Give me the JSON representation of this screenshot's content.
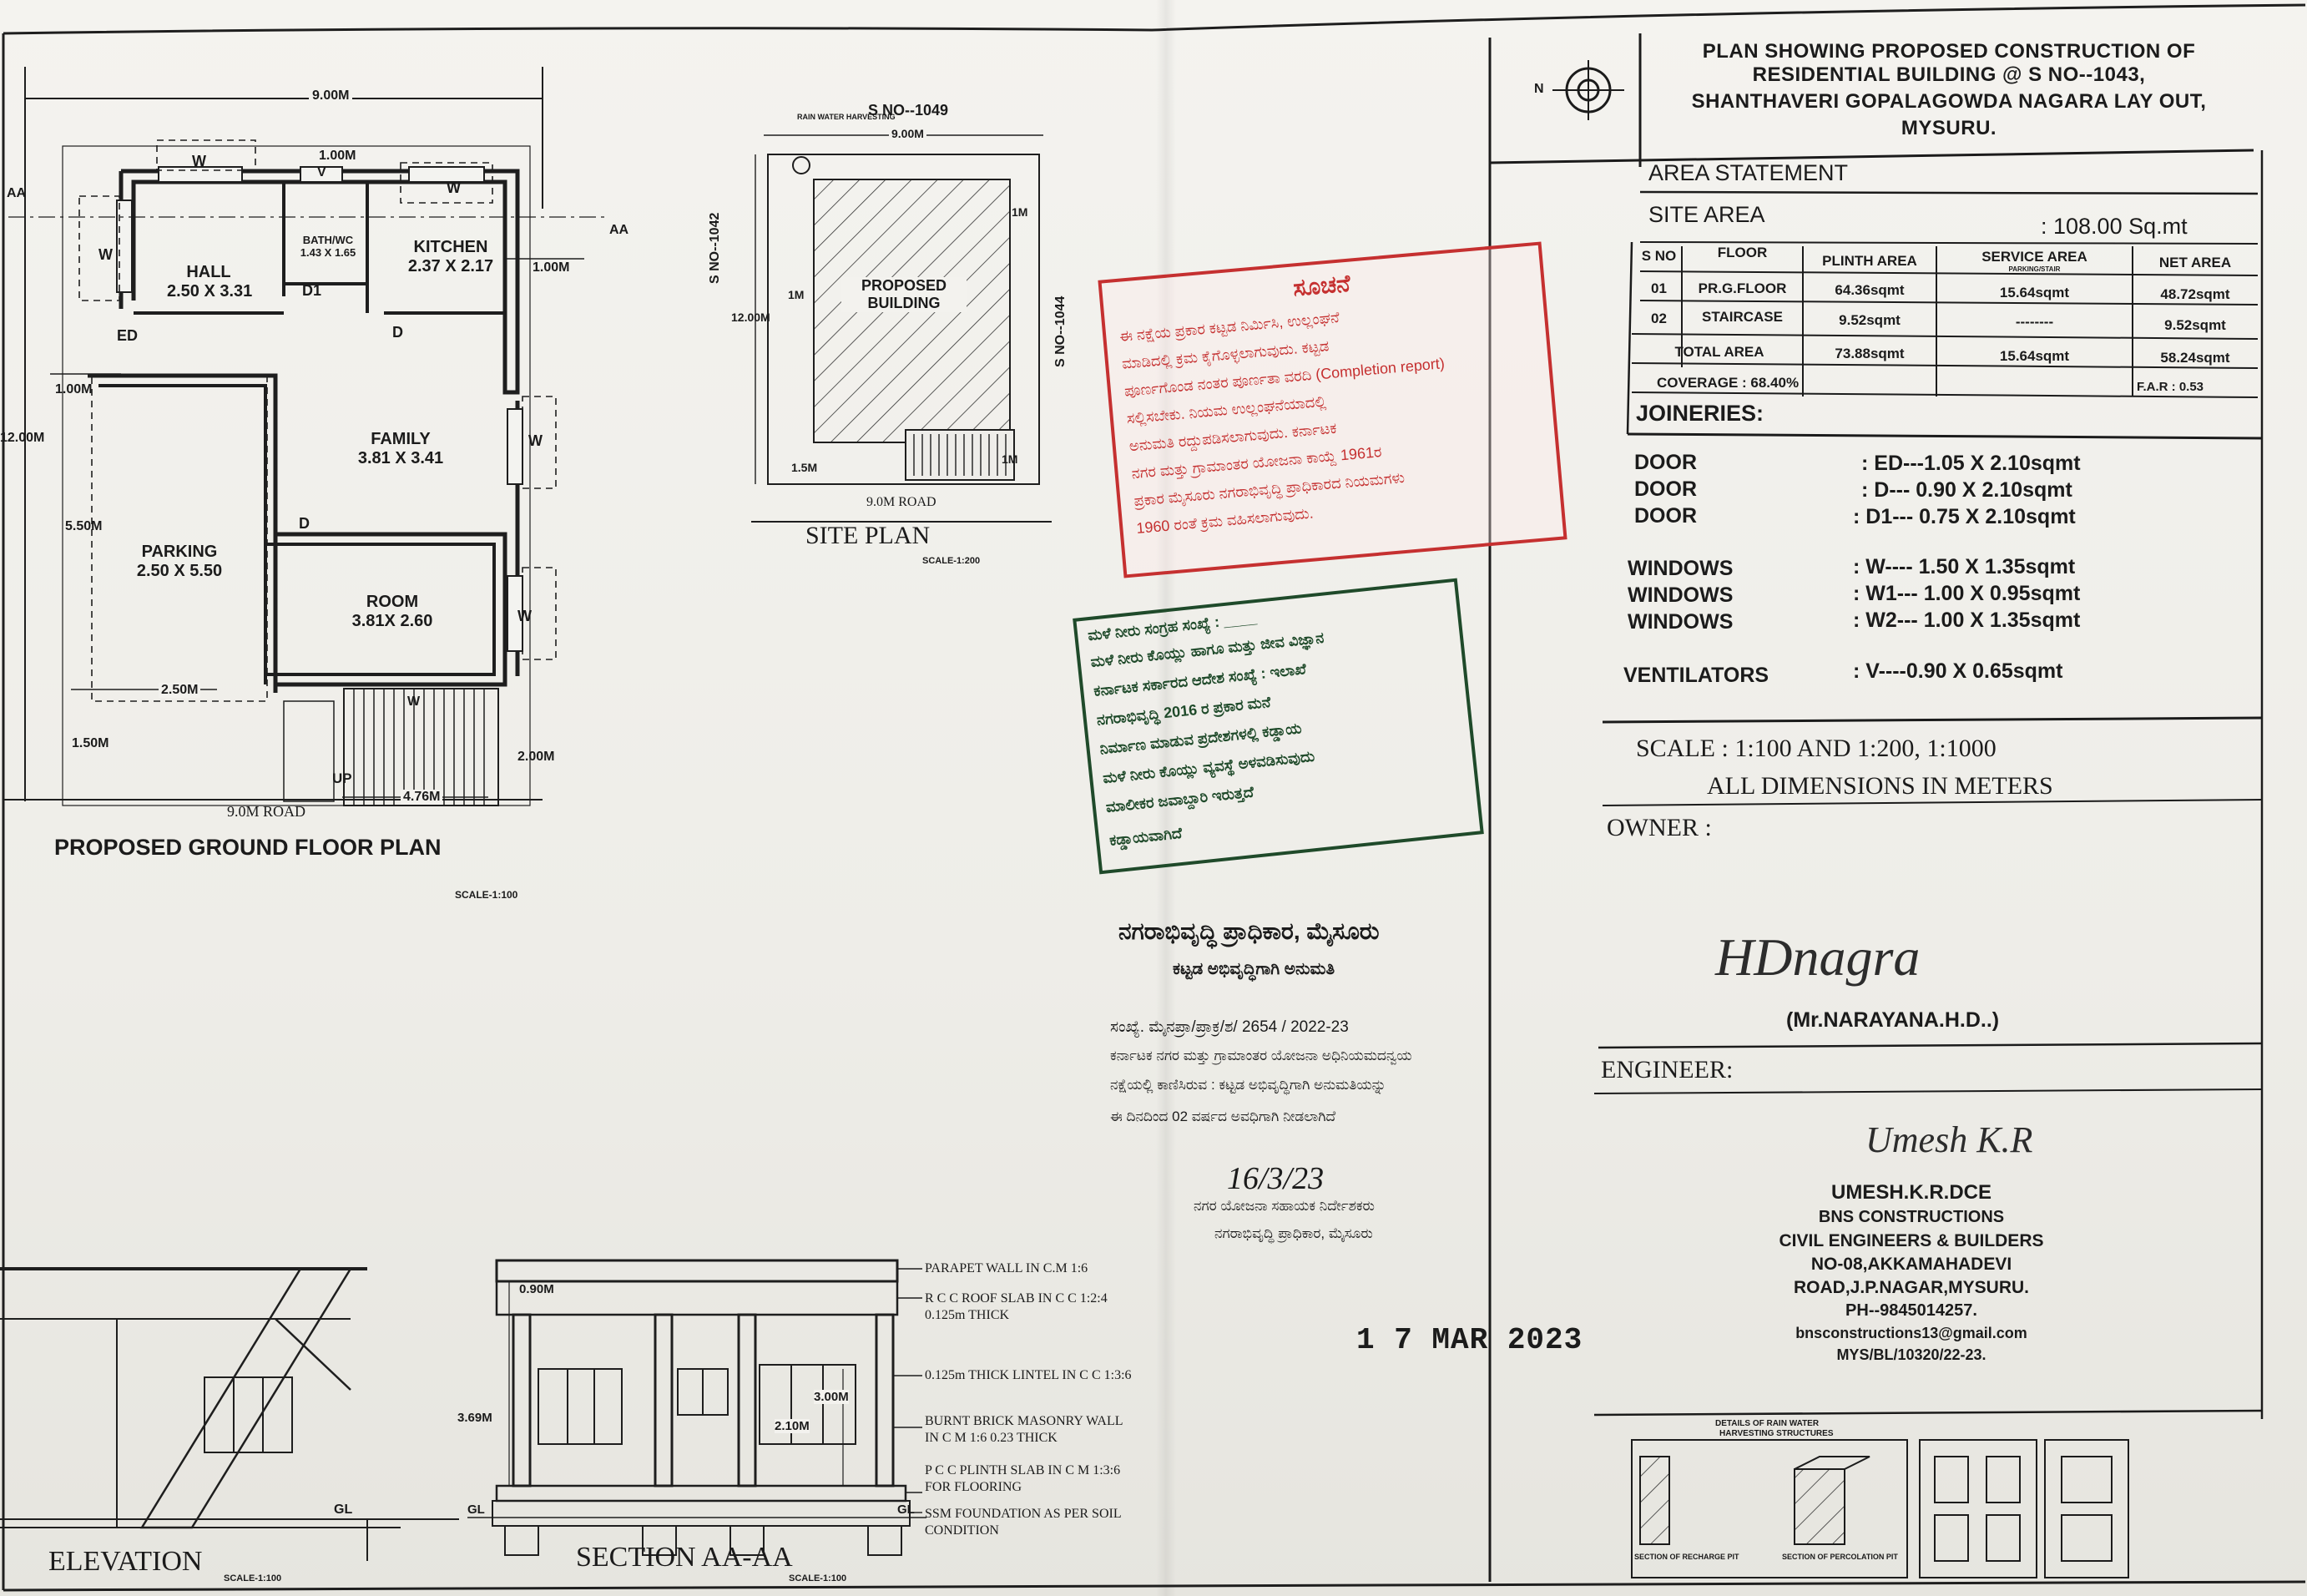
{
  "title_block": {
    "title_lines": [
      "PLAN SHOWING PROPOSED CONSTRUCTION OF",
      "RESIDENTIAL BUILDING @ S NO--1043,",
      "SHANTHAVERI GOPALAGOWDA NAGARA LAY OUT,",
      "MYSURU."
    ],
    "north_label": "N"
  },
  "area_statement": {
    "heading": "AREA STATEMENT",
    "site_area_label": "SITE AREA",
    "site_area_value": ": 108.00 Sq.mt",
    "columns": [
      "S NO",
      "FLOOR",
      "PLINTH AREA",
      "SERVICE AREA",
      "NET AREA"
    ],
    "service_sub": "PARKING/STAIR",
    "rows": [
      [
        "01",
        "PR.G.FLOOR",
        "64.36sqmt",
        "15.64sqmt",
        "48.72sqmt"
      ],
      [
        "02",
        "STAIRCASE",
        "9.52sqmt",
        "--------",
        "9.52sqmt"
      ]
    ],
    "total": [
      "TOTAL AREA",
      "73.88sqmt",
      "15.64sqmt",
      "58.24sqmt"
    ],
    "coverage": "COVERAGE : 68.40%",
    "far": "F.A.R : 0.53"
  },
  "joineries": {
    "heading": "JOINERIES:",
    "items": [
      {
        "k": "DOOR",
        "v": ":  ED---1.05 X 2.10sqmt"
      },
      {
        "k": "DOOR",
        "v": ":  D--- 0.90 X 2.10sqmt"
      },
      {
        "k": "DOOR",
        "v": ":  D1--- 0.75 X 2.10sqmt"
      },
      {
        "k": "WINDOWS",
        "v": ": W---- 1.50 X 1.35sqmt"
      },
      {
        "k": "WINDOWS",
        "v": ": W1--- 1.00 X 0.95sqmt"
      },
      {
        "k": "WINDOWS",
        "v": ": W2--- 1.00 X 1.35sqmt"
      },
      {
        "k": "VENTILATORS",
        "v": ": V----0.90 X 0.65sqmt"
      }
    ]
  },
  "scale_note": {
    "scale": "SCALE   : 1:100  AND 1:200, 1:1000",
    "dims": "ALL DIMENSIONS IN METERS"
  },
  "owner": {
    "label": "OWNER :",
    "signature": "HDnagra",
    "name": "(Mr.NARAYANA.H.D..)"
  },
  "engineer": {
    "label": "ENGINEER:",
    "signature": "Umesh K.R",
    "lines": [
      "UMESH.K.R.DCE",
      "BNS  CONSTRUCTIONS",
      "CIVIL ENGINEERS & BUILDERS",
      "NO-08,AKKAMAHADEVI",
      "ROAD,J.P.NAGAR,MYSURU.",
      "PH--9845014257.",
      "bnsconstructions13@gmail.com",
      "MYS/BL/10320/22-23."
    ]
  },
  "ground_floor": {
    "title": "PROPOSED GROUND FLOOR PLAN",
    "scale": "SCALE-1:100",
    "rooms": [
      {
        "name": "HALL",
        "dim": "2.50 X 3.31"
      },
      {
        "name": "BATH/WC",
        "dim": "1.43 X 1.65"
      },
      {
        "name": "KITCHEN",
        "dim": "2.37 X 2.17"
      },
      {
        "name": "FAMILY",
        "dim": "3.81 X 3.41"
      },
      {
        "name": "PARKING",
        "dim": "2.50 X 5.50"
      },
      {
        "name": "ROOM",
        "dim": "3.81X 2.60"
      }
    ],
    "labels": {
      "w9": "9.00M",
      "l12": "12.00M",
      "d1m": "1.00M",
      "d1m_b": "1.00M",
      "d1m_c": "1.00M",
      "d550": "5.50M",
      "d250": "2.50M",
      "d150": "1.50M",
      "d200": "2.00M",
      "d476": "4.76M",
      "road": "9.0M ROAD",
      "aa1": "AA",
      "aa2": "AA",
      "up": "UP",
      "w_a": "W",
      "w_b": "W",
      "w_c": "W",
      "w_d": "W",
      "w_e": "W",
      "w_f": "W",
      "v": "V",
      "ed": "ED",
      "d_a": "D",
      "d_b": "D",
      "d1": "D1"
    }
  },
  "site_plan": {
    "title": "SITE PLAN",
    "scale": "SCALE-1:200",
    "top": "S NO--1049",
    "tiny": "RAIN WATER HARVESTING",
    "w": "9.00M",
    "left": "S NO--1042",
    "right": "S NO--1044",
    "h": "12.00M",
    "bldg1": "PROPOSED",
    "bldg2": "BUILDING",
    "m1a": "1M",
    "m1b": "1M",
    "m1c": "1M",
    "m15": "1.5M",
    "road": "9.0M ROAD"
  },
  "elevation": {
    "title": "ELEVATION",
    "scale": "SCALE-1:100",
    "gl": "GL"
  },
  "section": {
    "title": "SECTION AA-AA",
    "scale": "SCALE-1:100",
    "d090": "0.90M",
    "d369": "3.69M",
    "d300": "3.00M",
    "d210": "2.10M",
    "gl1": "GL",
    "gl2": "GL",
    "notes": [
      "PARAPET WALL IN C.M 1:6",
      "R C C ROOF SLAB IN C C 1:2:4",
      "0.125m THICK",
      "0.125m THICK LINTEL IN C C 1:3:6",
      "BURNT BRICK MASONRY WALL",
      "IN C M 1:6  0.23 THICK",
      "P C C PLINTH SLAB IN C M 1:3:6",
      "FOR FLOORING",
      "SSM FOUNDATION AS PER SOIL",
      "CONDITION"
    ]
  },
  "rwh": {
    "title1": "DETAILS OF RAIN WATER",
    "title2": "HARVESTING STRUCTURES",
    "cap1": "SECTION OF RECHARGE PIT",
    "cap2": "SECTION OF PERCOLATION PIT"
  },
  "stamps": {
    "red_head": "ಸೂಚನೆ",
    "red_lines": [
      "ಈ ನಕ್ಷೆಯ ಪ್ರಕಾರ ಕಟ್ಟಡ ನಿರ್ಮಿಸಿ, ಉಲ್ಲಂಘನೆ",
      "ಮಾಡಿದಲ್ಲಿ ಕ್ರಮ ಕೈಗೊಳ್ಳಲಾಗುವುದು. ಕಟ್ಟಡ",
      "ಪೂರ್ಣಗೊಂಡ ನಂತರ ಪೂರ್ಣತಾ ವರದಿ (Completion report)",
      "ಸಲ್ಲಿಸಬೇಕು. ನಿಯಮ ಉಲ್ಲಂಘನೆಯಾದಲ್ಲಿ",
      "ಅನುಮತಿ ರದ್ದುಪಡಿಸಲಾಗುವುದು. ಕರ್ನಾಟಕ",
      "ನಗರ ಮತ್ತು ಗ್ರಾಮಾಂತರ ಯೋಜನಾ ಕಾಯ್ದೆ 1961ರ",
      "ಪ್ರಕಾರ ಮೈಸೂರು ನಗರಾಭಿವೃದ್ಧಿ ಪ್ರಾಧಿಕಾರದ ನಿಯಮಗಳು",
      "1960 ರಂತೆ ಕ್ರಮ ವಹಿಸಲಾಗುವುದು."
    ],
    "green_lines": [
      "ಮಳೆ ನೀರು ಸಂಗ್ರಹ ಸಂಖ್ಯೆ : ____",
      "ಮಳೆ ನೀರು ಕೊಯ್ಲು ಹಾಗೂ ಮತ್ತು ಜೀವ ವಿಜ್ಞಾನ",
      "ಕರ್ನಾಟಕ ಸರ್ಕಾರದ ಆದೇಶ ಸಂಖ್ಯೆ : ಇಲಾಖೆ",
      "ನಗರಾಭಿವೃದ್ಧಿ 2016 ರ ಪ್ರಕಾರ ಮನೆ",
      "ನಿರ್ಮಾಣ ಮಾಡುವ ಪ್ರದೇಶಗಳಲ್ಲಿ ಕಡ್ಡಾಯ",
      "ಮಳೆ ನೀರು ಕೊಯ್ಲು ವ್ಯವಸ್ಥೆ ಅಳವಡಿಸುವುದು",
      "ಮಾಲೀಕರ ಜವಾಬ್ದಾರಿ ಇರುತ್ತದೆ",
      "ಕಡ್ಡಾಯವಾಗಿದೆ"
    ],
    "muda_head": "ನಗರಾಭಿವೃದ್ಧಿ ಪ್ರಾಧಿಕಾರ, ಮೈಸೂರು",
    "muda_sub": "ಕಟ್ಟಡ ಅಭಿವೃದ್ಧಿಗಾಗಿ ಅನುಮತಿ",
    "muda_lines": [
      "ಸಂಖ್ಯೆ. ಮೈನಪ್ರಾ/ಪ್ರಾಕ್ರ/ಶ/ 2654 / 2022-23",
      "ಕರ್ನಾಟಕ ನಗರ ಮತ್ತು ಗ್ರಾಮಾಂತರ ಯೋಜನಾ ಅಧಿನಿಯಮದನ್ವಯ",
      "ನಕ್ಷೆಯಲ್ಲಿ ಕಾಣಿಸಿರುವ : ಕಟ್ಟಡ ಅಭಿವೃದ್ಧಿಗಾಗಿ ಅನುಮತಿಯನ್ನು",
      "ಈ ದಿನದಿಂದ 02 ವರ್ಷದ ಅವಧಿಗಾಗಿ ನೀಡಲಾಗಿದೆ"
    ],
    "sig_date": "16/3/23",
    "muda_foot1": "ನಗರ ಯೋಜನಾ ಸಹಾಯಕ ನಿರ್ದೇಶಕರು",
    "muda_foot2": "ನಗರಾಭಿವೃದ್ಧಿ ಪ್ರಾಧಿಕಾರ, ಮೈಸೂರು",
    "date_stamp": "1 7 MAR 2023"
  }
}
